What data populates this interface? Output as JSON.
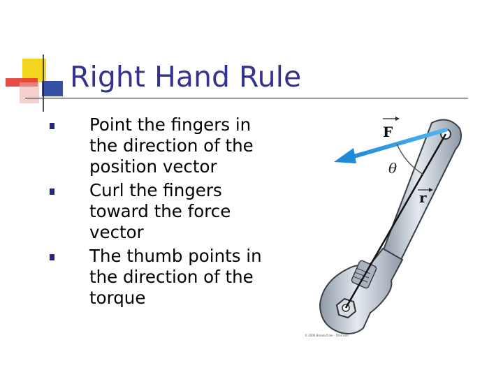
{
  "slide": {
    "title": "Right Hand Rule",
    "bullets": [
      "Point the fingers in the direction of the position vector",
      "Curl the fingers toward the force vector",
      "The thumb points in the direction of the torque"
    ]
  },
  "figure": {
    "force_label": "F",
    "radius_label": "r",
    "angle_label": "θ",
    "credit": "© 2006 Brooks/Cole - Thomson",
    "colors": {
      "force_arrow": "#1f8ad8",
      "wrench": "#b9c3cf",
      "arc": "#555555",
      "radius_line": "#111111"
    }
  },
  "decoration": {
    "colors": {
      "yellow": "#f5d61e",
      "red": "#e8392f",
      "blue": "#3650a8"
    }
  }
}
